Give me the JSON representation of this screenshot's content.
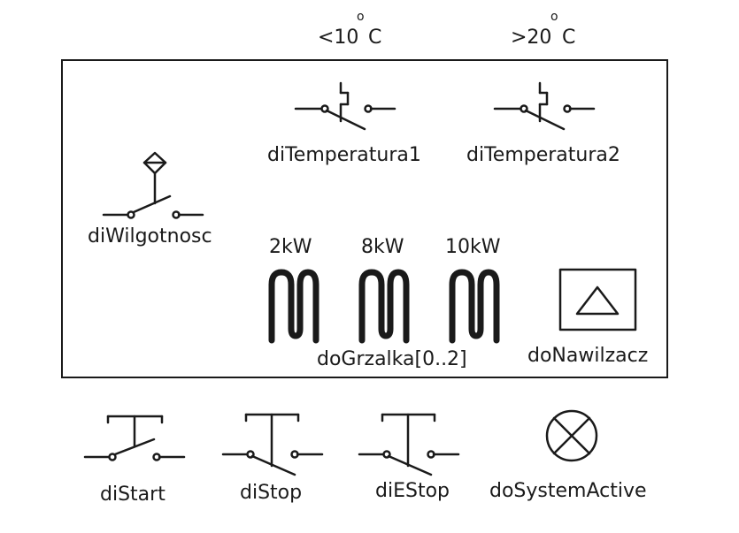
{
  "temperature": {
    "t1_threshold": "<10",
    "t2_threshold": ">20",
    "degree_mark": "o",
    "unit": "C",
    "t1_label": "diTemperatura1",
    "t2_label": "diTemperatura2"
  },
  "humidity": {
    "label": "diWilgotnosc"
  },
  "heaters": {
    "powers": [
      "2kW",
      "8kW",
      "10kW"
    ],
    "label": "doGrzalka[0..2]"
  },
  "humidifier": {
    "label": "doNawilzacz"
  },
  "buttons": {
    "start_label": "diStart",
    "stop_label": "diStop",
    "estop_label": "diEStop",
    "system_active_label": "doSystemActive"
  }
}
